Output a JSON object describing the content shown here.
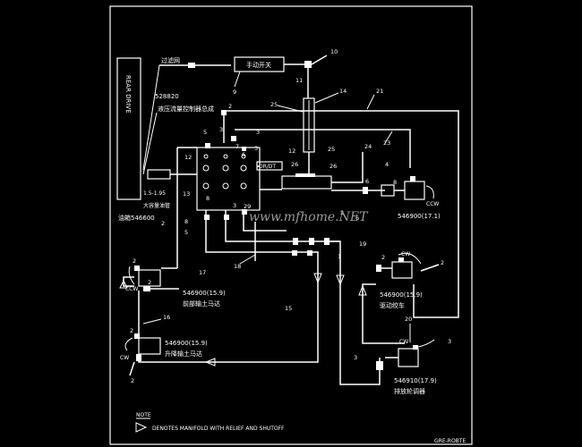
{
  "drawing_id": "GRE-ROBTE",
  "side_box_label": "REAR DRIVE",
  "parts": {
    "filter": "过滤网",
    "manual_switch": "手动开关",
    "manifold_pn": "528820",
    "manifold_name": "液压流量控制器总成",
    "dim_label": "1.5-1.95",
    "oil_tank_label": "大容量油管",
    "pump_label": "油箱546600",
    "dr_dt": "DR/DT",
    "p1_pn": "546900(17.1)",
    "p2_pn": "546900(15.9)",
    "p2_name": "前部输土马达",
    "p3_pn": "546900(15.9)",
    "p3_name": "升降输土马达",
    "p4_pn": "546900(15.9)",
    "p4_name": "驱动绞车",
    "p5_pn": "546910(17.9)",
    "p5_name": "排放轮调器",
    "ccw": "CCW",
    "cw": "CW"
  },
  "callouts": [
    "1",
    "2",
    "3",
    "4",
    "5",
    "6",
    "7",
    "8",
    "9",
    "10",
    "11",
    "12",
    "13",
    "14",
    "15",
    "16",
    "17",
    "18",
    "19",
    "20",
    "21",
    "22",
    "23",
    "24",
    "25",
    "26",
    "29"
  ],
  "note": {
    "title": "NOTE",
    "text": "DENOTES MANIFOLD WITH RELIEF AND SHUTOFF"
  },
  "watermark": "www.mfhome.NET"
}
